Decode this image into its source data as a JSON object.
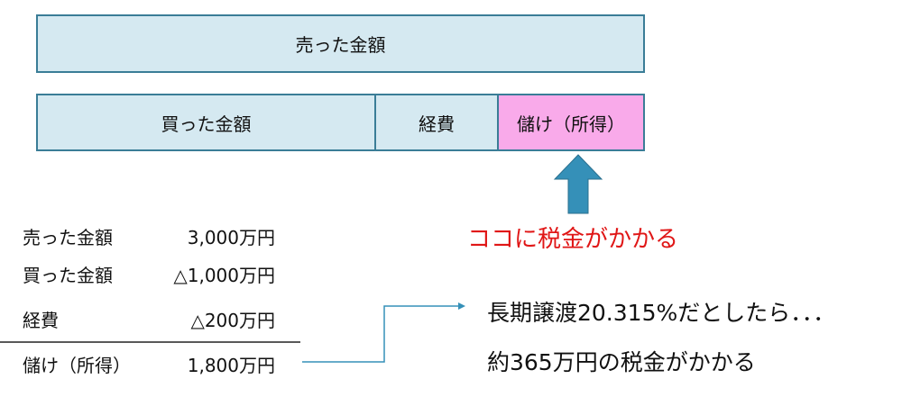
{
  "diagram": {
    "top_bar": {
      "label": "売った金額"
    },
    "bottom_bar": {
      "segments": [
        {
          "label": "買った金額"
        },
        {
          "label": "経費"
        },
        {
          "label": "儲け（所得）"
        }
      ]
    },
    "callout": "ココに税金がかかる"
  },
  "calculation": {
    "rows": [
      {
        "label": "売った金額",
        "value": "3,000万円"
      },
      {
        "label": "買った金額",
        "value": "△1,000万円"
      },
      {
        "label": "経費",
        "value": "△200万円"
      },
      {
        "label": "儲け（所得）",
        "value": "1,800万円"
      }
    ]
  },
  "result": {
    "line1": "長期譲渡20.315%だとしたら．．．",
    "line2": "約365万円の税金がかかる"
  },
  "colors": {
    "bar_fill": "#d5e9f1",
    "profit_fill": "#f9aaea",
    "border": "#3a7d97",
    "arrow": "#3590b8",
    "callout": "#e01616"
  }
}
